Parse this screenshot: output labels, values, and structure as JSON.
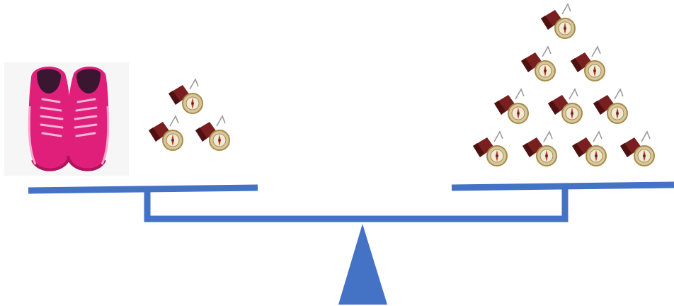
{
  "scene": {
    "background": "#ffffff",
    "balance_color": "#4472C4",
    "left_pan": {
      "object": "sneakers-pair",
      "sneaker_colors": {
        "upper": "#E01F7A",
        "upper_dark": "#B0125C",
        "lining": "#3A1630",
        "laces": "#F4B6D6",
        "sole": "#F7A8CC"
      },
      "compass_count": 3
    },
    "right_pan": {
      "object": "compass-pile",
      "compass_count": 10
    },
    "compass_colors": {
      "body": "#D8C79A",
      "rim": "#A88B4A",
      "face": "#F2EAD2",
      "needle": "#C0392B",
      "lid": "#7A1F1F",
      "lid_dark": "#4E1111",
      "sight": "#9A9A9A"
    }
  }
}
